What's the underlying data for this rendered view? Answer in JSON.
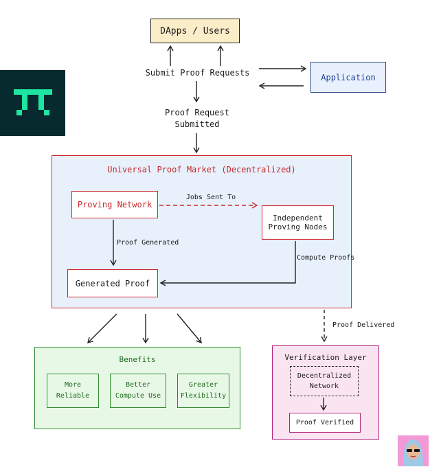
{
  "nodes": {
    "dapps": "DApps / Users",
    "submit": "Submit Proof Requests",
    "application": "Application",
    "request_line1": "Proof Request",
    "request_line2": "Submitted",
    "market_title": "Universal Proof Market (Decentralized)",
    "proving_network": "Proving Network",
    "jobs_sent": "Jobs Sent To",
    "nodes_line1": "Independent",
    "nodes_line2": "Proving Nodes",
    "proof_generated": "Proof Generated",
    "compute_proofs": "Compute Proofs",
    "generated_proof": "Generated Proof",
    "proof_delivered": "Proof Delivered"
  },
  "benefits": {
    "title": "Benefits",
    "items": [
      {
        "line1": "More",
        "line2": "Reliable"
      },
      {
        "line1": "Better",
        "line2": "Compute Use"
      },
      {
        "line1": "Greater",
        "line2": "Flexibility"
      }
    ]
  },
  "verification": {
    "title": "Verification Layer",
    "network_line1": "Decentralized",
    "network_line2": "Network",
    "verified": "Proof Verified"
  },
  "colors": {
    "market_border": "#d0282d",
    "benefits_border": "#2e8b2e",
    "verification_border": "#b0247a",
    "application_text": "#1f3f95",
    "logo_bg": "#062a2e",
    "logo_fg": "#1ee6a0"
  },
  "icons": {
    "logo": "pi-logo-icon",
    "avatar": "avatar-icon"
  }
}
